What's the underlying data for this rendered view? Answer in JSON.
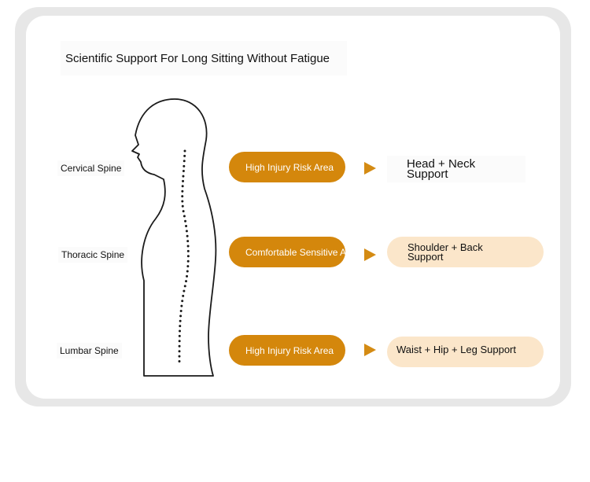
{
  "title": "Scientific Support For Long Sitting Without Fatigue",
  "spine_labels": {
    "cervical": "Cervical Spine",
    "thoracic": "Thoracic Spine",
    "lumbar": "Lumbar Spine"
  },
  "risk_pills": {
    "cervical": "High Injury Risk Area",
    "thoracic": "Comfortable Sensitive Area",
    "lumbar": "High Injury Risk Area"
  },
  "support_labels": {
    "cervical": "Head + Neck Support",
    "thoracic": "Shoulder + Back Support",
    "lumbar": "Waist + Hip + Leg Support"
  },
  "colors": {
    "accent": "#d4870c",
    "support_fill": "#fbe6ca",
    "frame": "#e7e7e7"
  },
  "icons": {
    "arrow": "play-triangle-icon",
    "figure": "human-silhouette-spine"
  }
}
